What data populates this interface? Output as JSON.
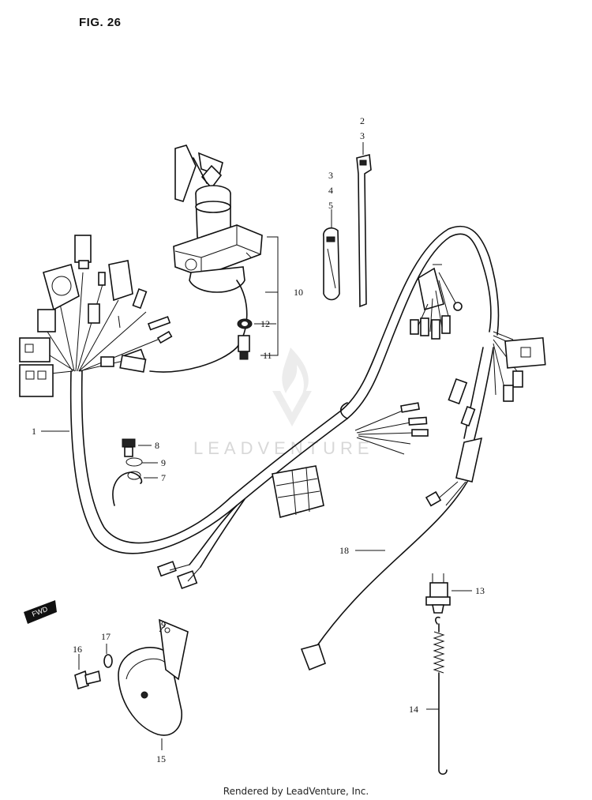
{
  "figure": {
    "title": "FIG. 26",
    "footer": "Rendered by LeadVenture, Inc.",
    "watermark_text": "LEADVENTURE",
    "fwd_label": "FWD"
  },
  "callouts": {
    "n1": "1",
    "n2": "2",
    "n3a": "3",
    "n3b": "3",
    "n4": "4",
    "n5": "5",
    "n7": "7",
    "n8": "8",
    "n9a": "9",
    "n9b": "9",
    "n10": "10",
    "n11": "11",
    "n12": "12",
    "n13": "13",
    "n14": "14",
    "n15": "15",
    "n16": "16",
    "n17": "17",
    "n18": "18"
  }
}
